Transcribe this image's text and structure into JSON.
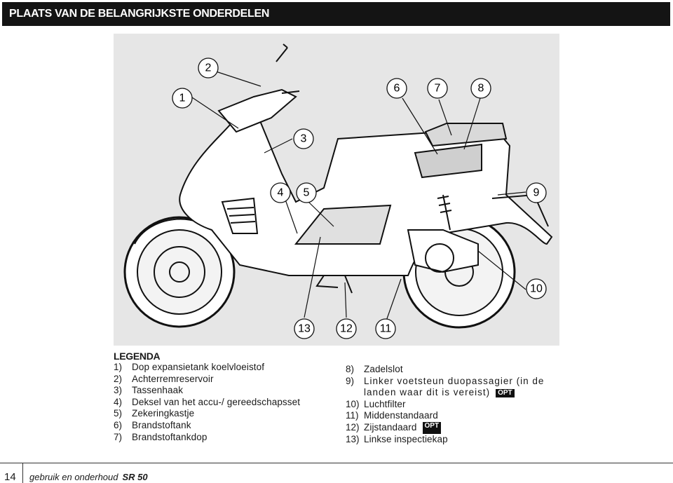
{
  "header": {
    "title": "PLAATS VAN DE BELANGRIJKSTE ONDERDELEN"
  },
  "figure": {
    "callouts": [
      "1",
      "2",
      "3",
      "4",
      "5",
      "6",
      "7",
      "8",
      "9",
      "10",
      "11",
      "12",
      "13"
    ]
  },
  "legend": {
    "title": "LEGENDA",
    "left_items": [
      {
        "num": "1)",
        "text": "Dop expansietank koelvloeistof"
      },
      {
        "num": "2)",
        "text": "Achterremreservoir"
      },
      {
        "num": "3)",
        "text": "Tassenhaak"
      },
      {
        "num": "4)",
        "text": "Deksel van het accu-/ gereedschapsset"
      },
      {
        "num": "5)",
        "text": "Zekeringkastje"
      },
      {
        "num": "6)",
        "text": "Brandstoftank"
      },
      {
        "num": "7)",
        "text": "Brandstoftankdop"
      }
    ],
    "right_items": [
      {
        "num": "8)",
        "text": "Zadelslot"
      },
      {
        "num": "9)",
        "text": "Linker voetsteun duopassagier (in de",
        "cont": "landen waar dit is vereist)",
        "badge": "OPT"
      },
      {
        "num": "10)",
        "text": "Luchtfilter"
      },
      {
        "num": "11)",
        "text": "Middenstandaard"
      },
      {
        "num": "12)",
        "text": "Zijstandaard",
        "badge": "OPT"
      },
      {
        "num": "13)",
        "text": "Linkse inspectiekap"
      }
    ]
  },
  "footer": {
    "page_number": "14",
    "manual_label": "gebruik en onderhoud",
    "model": "SR 50"
  }
}
